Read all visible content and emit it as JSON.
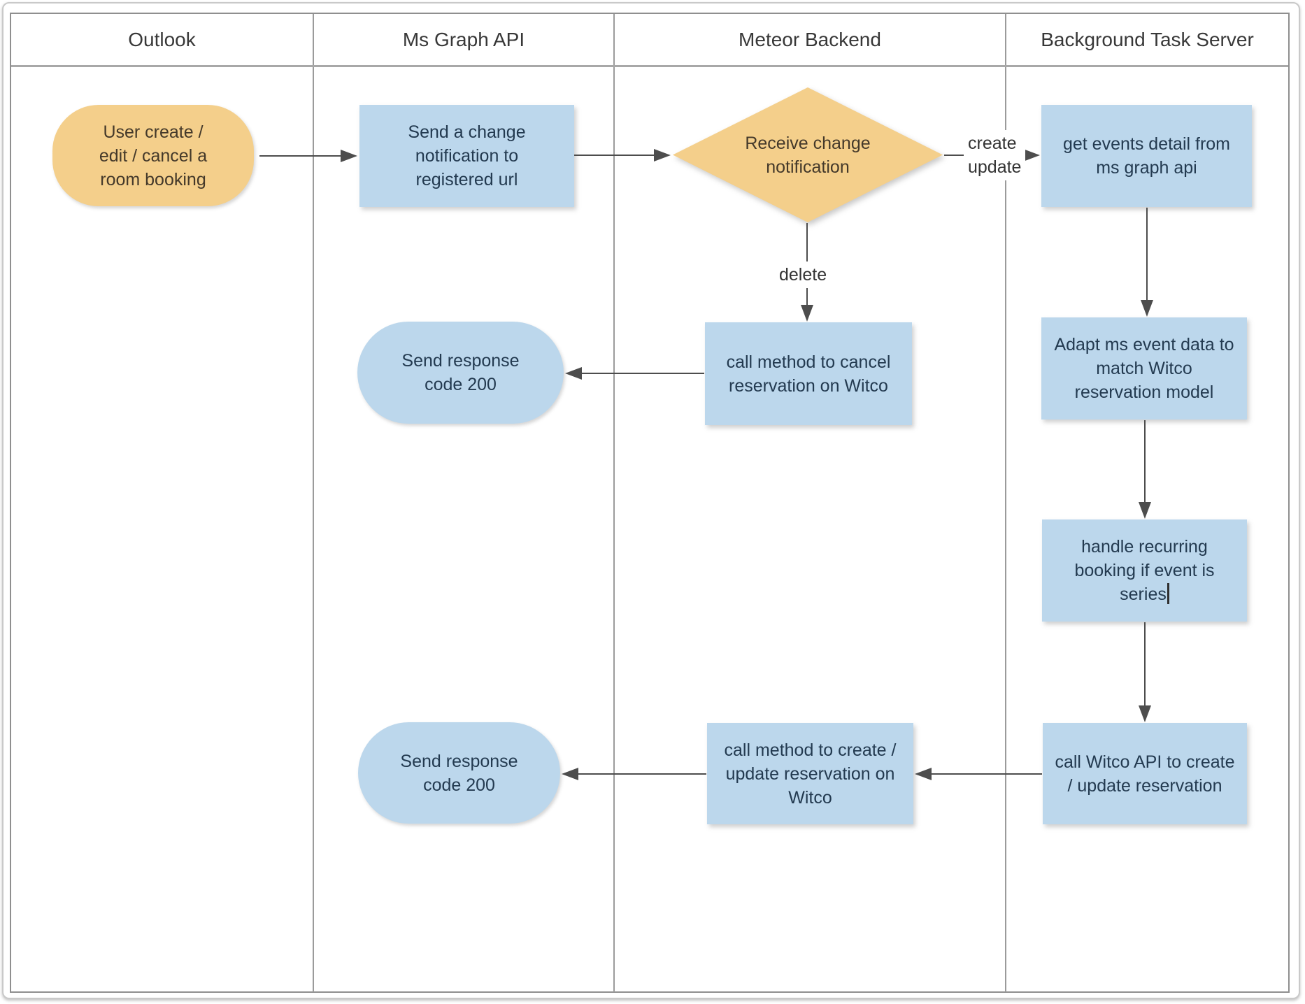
{
  "colors": {
    "node_blue": "#BCD7EC",
    "node_orange": "#F4CF8B",
    "node_text_blue": "#233A50",
    "node_text_dark": "#44392A",
    "arrow_gray": "#4D4D4D",
    "lane_border": "#9B9B9B",
    "table_border": "#8F8F8F",
    "header_text": "#383838",
    "label_text": "#333333"
  },
  "lanes": [
    {
      "label": "Outlook"
    },
    {
      "label": "Ms Graph API"
    },
    {
      "label": "Meteor Backend"
    },
    {
      "label": "Background Task Server"
    }
  ],
  "nodes": {
    "start_event": {
      "label": "User create /\nedit / cancel a\nroom booking"
    },
    "send_change_notification": {
      "label": "Send a change\nnotification to\nregistered url"
    },
    "receive_change_notification": {
      "label": "Receive change\nnotification"
    },
    "get_events_detail": {
      "label": "get events detail from\nms graph api"
    },
    "send_response_200_delete": {
      "label": "Send response\ncode 200"
    },
    "cancel_reservation": {
      "label": "call method to cancel\nreservation on Witco"
    },
    "adapt_event_data": {
      "label": "Adapt ms event data to\nmatch Witco\nreservation model"
    },
    "handle_recurring": {
      "label": "handle recurring\nbooking if event is\nseries"
    },
    "call_witco_api": {
      "label": "call Witco API to create\n/ update reservation"
    },
    "create_update_reservation": {
      "label": "call method to create /\nupdate reservation on\nWitco"
    },
    "send_response_200_create": {
      "label": "Send response\ncode 200"
    }
  },
  "edge_labels": {
    "create_update": "create\nupdate",
    "delete": "delete"
  }
}
